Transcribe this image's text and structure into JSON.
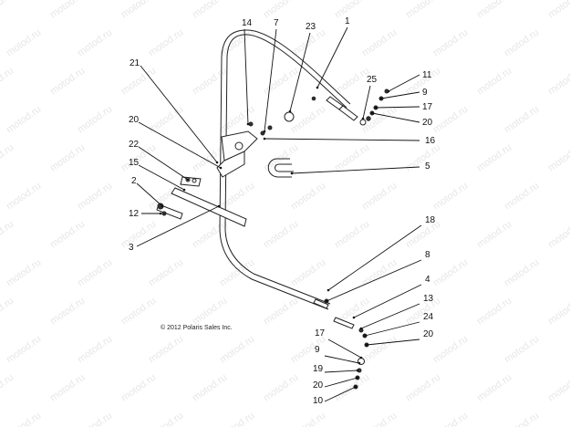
{
  "watermark": "motod.ru",
  "copyright": "© 2012 Polaris Sales Inc.",
  "callouts": [
    {
      "id": "c14a",
      "text": "14"
    },
    {
      "id": "c7a",
      "text": "7"
    },
    {
      "id": "c23",
      "text": "23"
    },
    {
      "id": "c1",
      "text": "1"
    },
    {
      "id": "c25",
      "text": "25"
    },
    {
      "id": "c11",
      "text": "11"
    },
    {
      "id": "c9a",
      "text": "9"
    },
    {
      "id": "c17a",
      "text": "17"
    },
    {
      "id": "c20a",
      "text": "20"
    },
    {
      "id": "c21",
      "text": "21"
    },
    {
      "id": "c20b",
      "text": "20"
    },
    {
      "id": "c16",
      "text": "16"
    },
    {
      "id": "c22",
      "text": "22"
    },
    {
      "id": "c15",
      "text": "15"
    },
    {
      "id": "c5",
      "text": "5"
    },
    {
      "id": "c2",
      "text": "2"
    },
    {
      "id": "c12",
      "text": "12"
    },
    {
      "id": "c3",
      "text": "3"
    },
    {
      "id": "c18",
      "text": "18"
    },
    {
      "id": "c8",
      "text": "8"
    },
    {
      "id": "c4",
      "text": "4"
    },
    {
      "id": "c13",
      "text": "13"
    },
    {
      "id": "c24",
      "text": "24"
    },
    {
      "id": "c20c",
      "text": "20"
    },
    {
      "id": "c17b",
      "text": "17"
    },
    {
      "id": "c9b",
      "text": "9"
    },
    {
      "id": "c19",
      "text": "19"
    },
    {
      "id": "c20d",
      "text": "20"
    },
    {
      "id": "c10",
      "text": "10"
    }
  ]
}
